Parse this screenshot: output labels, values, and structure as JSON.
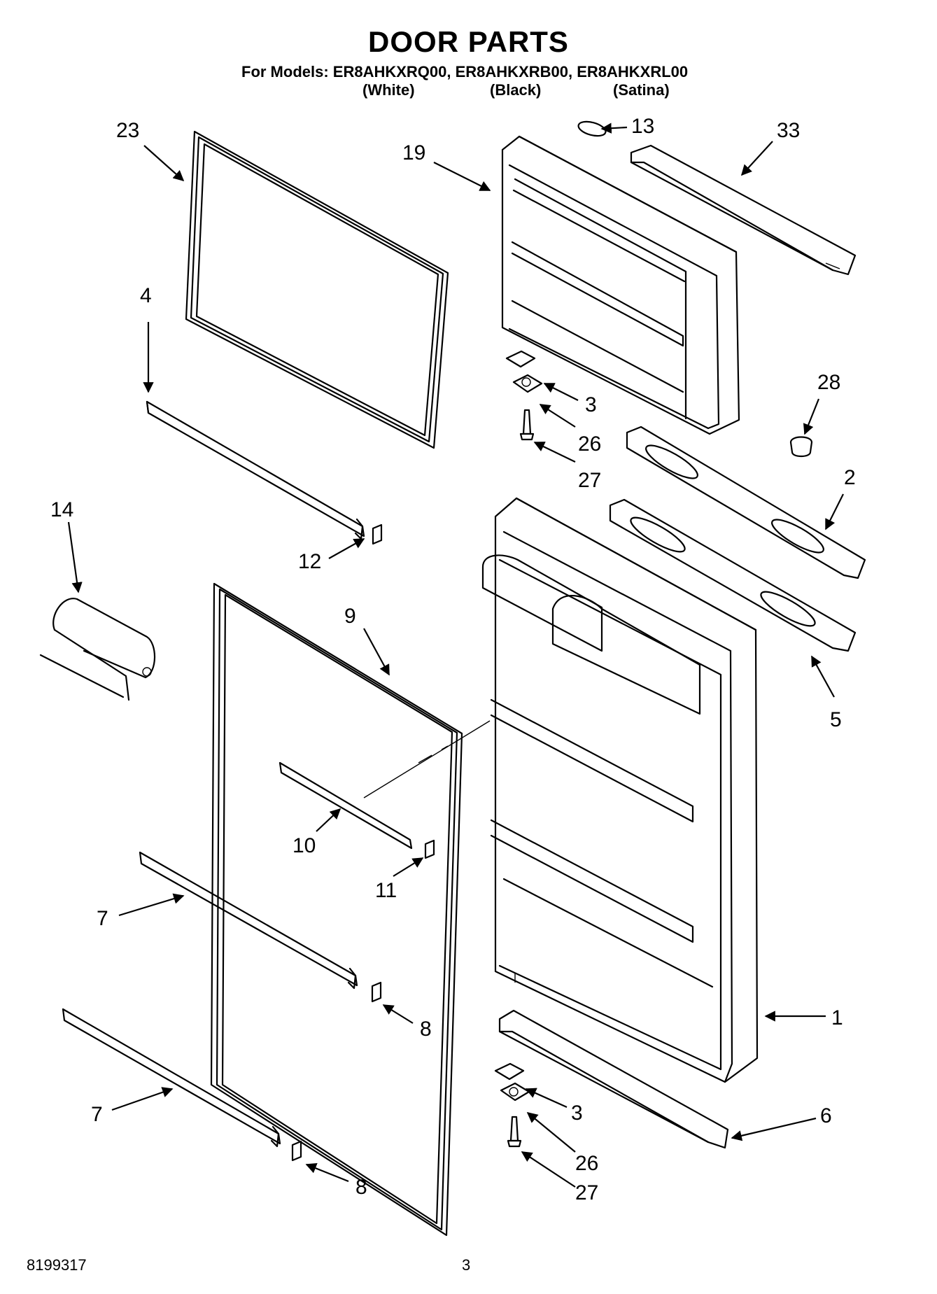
{
  "header": {
    "title": "DOOR PARTS",
    "models_line": "For Models: ER8AHKXRQ00, ER8AHKXRB00, ER8AHKXRL00",
    "variants": [
      "(White)",
      "(Black)",
      "(Satina)"
    ]
  },
  "callouts": [
    {
      "id": "c23",
      "label": "23"
    },
    {
      "id": "c19",
      "label": "19"
    },
    {
      "id": "c13",
      "label": "13"
    },
    {
      "id": "c33",
      "label": "33"
    },
    {
      "id": "c4",
      "label": "4"
    },
    {
      "id": "c3a",
      "label": "3"
    },
    {
      "id": "c26a",
      "label": "26"
    },
    {
      "id": "c27a",
      "label": "27"
    },
    {
      "id": "c28",
      "label": "28"
    },
    {
      "id": "c2",
      "label": "2"
    },
    {
      "id": "c14",
      "label": "14"
    },
    {
      "id": "c12",
      "label": "12"
    },
    {
      "id": "c9",
      "label": "9"
    },
    {
      "id": "c5",
      "label": "5"
    },
    {
      "id": "c10",
      "label": "10"
    },
    {
      "id": "c11",
      "label": "11"
    },
    {
      "id": "c7a",
      "label": "7"
    },
    {
      "id": "c8a",
      "label": "8"
    },
    {
      "id": "c1",
      "label": "1"
    },
    {
      "id": "c7b",
      "label": "7"
    },
    {
      "id": "c3b",
      "label": "3"
    },
    {
      "id": "c6",
      "label": "6"
    },
    {
      "id": "c26b",
      "label": "26"
    },
    {
      "id": "c8b",
      "label": "8"
    },
    {
      "id": "c27b",
      "label": "27"
    }
  ],
  "footer": {
    "doc_number": "8199317",
    "page_number": "3"
  }
}
